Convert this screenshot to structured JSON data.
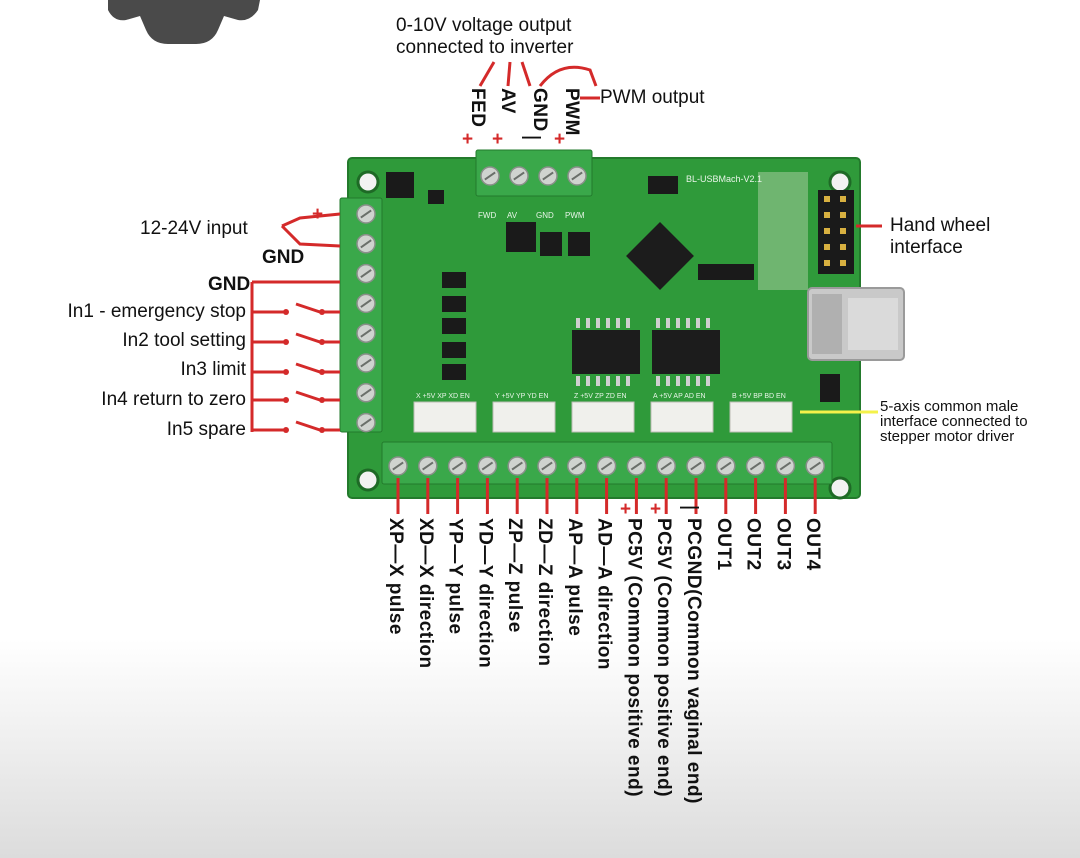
{
  "header": {
    "voltage_title_line1": "0-10V voltage output",
    "voltage_title_line2": "connected to inverter",
    "pwm_output": "PWM output"
  },
  "top_terminals": [
    "FED",
    "AV",
    "GND",
    "PWM"
  ],
  "top_signs": [
    "+",
    "+",
    "—",
    "+"
  ],
  "power": {
    "input": "12-24V input",
    "plus": "+",
    "gnd": "GND"
  },
  "left_inputs": {
    "gnd": "GND",
    "items": [
      "In1 - emergency stop",
      "In2 tool setting",
      "In3 limit",
      "In4 return to zero",
      "In5 spare"
    ]
  },
  "right_labels": {
    "hand_wheel_line1": "Hand wheel",
    "hand_wheel_line2": "interface",
    "axis_line1": "5-axis common male",
    "axis_line2": "interface connected to",
    "axis_line3": "stepper motor driver"
  },
  "board": {
    "model": "BL-USBMach-V2.1",
    "silk_top": [
      "FWD",
      "AV",
      "GND",
      "PWM"
    ],
    "port_labels": [
      "X +5V XP XD EN",
      "Y +5V YP YD EN",
      "Z +5V ZP ZD EN",
      "A +5V AP AD EN",
      "B +5V BP BD EN"
    ]
  },
  "bottom_terminals": [
    "XP—X pulse",
    "XD—X direction",
    "YP—Y pulse",
    "YD—Y direction",
    "ZP—Z pulse",
    "ZD—Z direction",
    "AP—A pulse",
    "AD—A direction",
    "PC5V  (Common positive end)",
    "PC5V  (Common positive end)",
    "PCGND(Common vaginal end)",
    "OUT1",
    "OUT2",
    "OUT3",
    "OUT4"
  ],
  "bottom_signs": [
    "+",
    "+",
    "—"
  ],
  "colors": {
    "pcb": "#2f9a3a",
    "terminal": "#3aa84a",
    "wire": "#d42a2a",
    "gear": "#4a4a4a"
  }
}
